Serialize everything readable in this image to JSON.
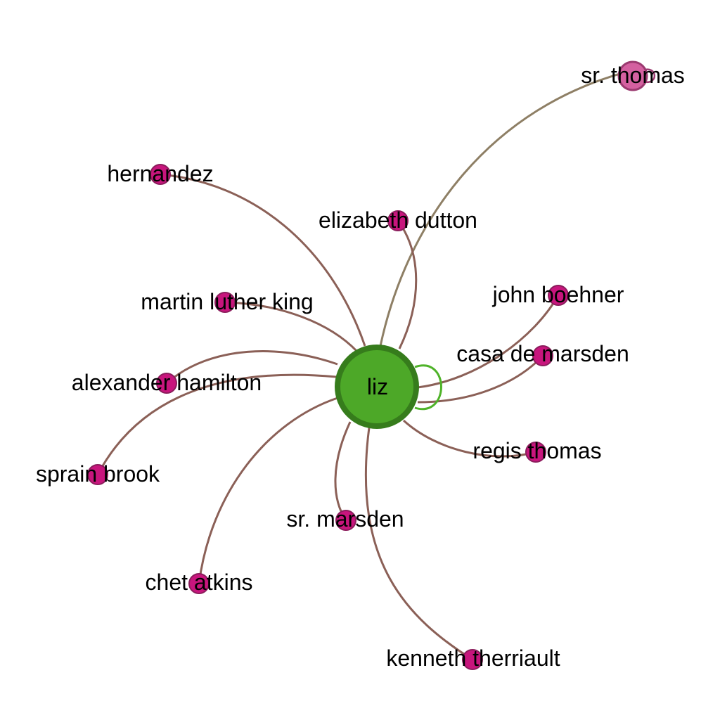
{
  "colors": {
    "hub_fill": "#4da828",
    "hub_stroke": "#367c1c",
    "node_fill": "#c8157d",
    "node_stroke": "#8b1d5c",
    "edge": "#8b6057",
    "edge_sr_thomas": "#8e7f65",
    "self_loop_hub": "#4fb329",
    "sr_thomas_fill": "#d460a0",
    "sr_thomas_stroke": "#9b3a70"
  },
  "graph": {
    "hub": {
      "label": "liz",
      "self_loop": true
    },
    "nodes": [
      {
        "label": "sr. thomas",
        "self_loop": true,
        "icon": "circle-node-large"
      },
      {
        "label": "hernandez"
      },
      {
        "label": "elizabeth dutton"
      },
      {
        "label": "john boehner"
      },
      {
        "label": "martin luther king"
      },
      {
        "label": "casa de marsden"
      },
      {
        "label": "alexander hamilton"
      },
      {
        "label": "regis thomas"
      },
      {
        "label": "sprain brook"
      },
      {
        "label": "sr. marsden"
      },
      {
        "label": "chet atkins"
      },
      {
        "label": "kenneth therriault"
      }
    ]
  }
}
